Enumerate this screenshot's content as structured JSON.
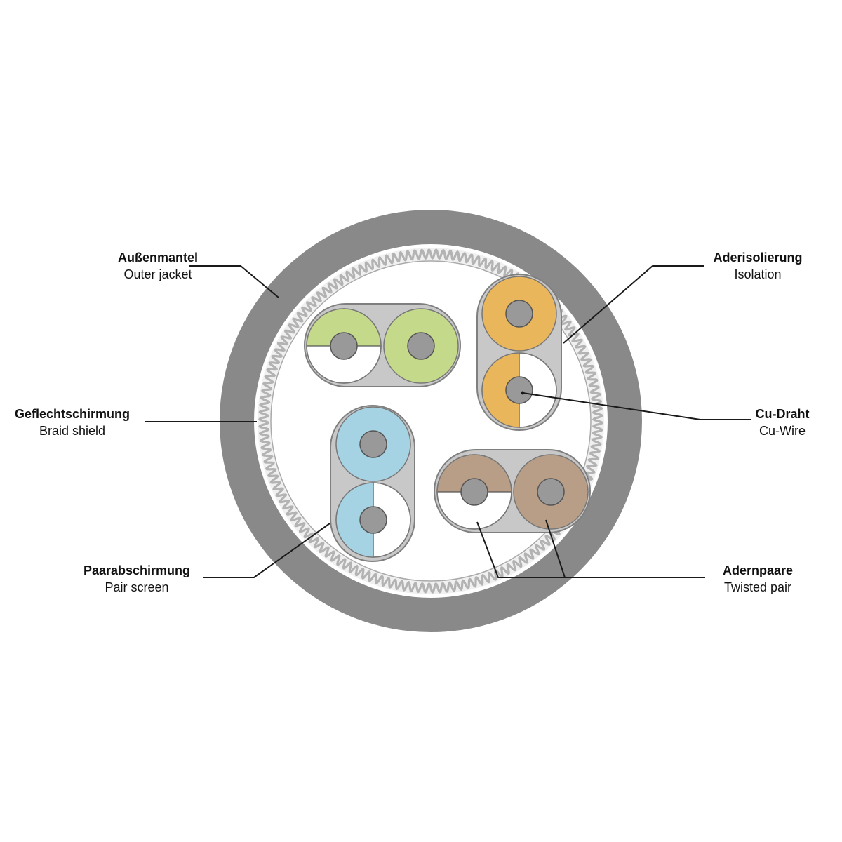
{
  "colors": {
    "jacket": "#898989",
    "braid": "#b3b3b3",
    "pair_screen": "#c8c8c8",
    "conductor": "#999999",
    "green": "#c5d98a",
    "orange": "#e9b65c",
    "blue": "#a6d3e3",
    "brown": "#b89e87",
    "stripe_white": "#ffffff",
    "leader": "#1a1a1a"
  },
  "labels": {
    "outer_jacket": {
      "de": "Außenmantel",
      "en": "Outer jacket"
    },
    "braid_shield": {
      "de": "Geflechtschirmung",
      "en": "Braid shield"
    },
    "pair_screen": {
      "de": "Paarabschirmung",
      "en": "Pair screen"
    },
    "isolation": {
      "de": "Aderisolierung",
      "en": "Isolation"
    },
    "cu_wire": {
      "de": "Cu-Draht",
      "en": "Cu-Wire"
    },
    "twisted_pair": {
      "de": "Adernpaare",
      "en": "Twisted pair"
    }
  },
  "pairs": [
    {
      "name": "green-pair",
      "color_key": "green",
      "orientation": "horizontal"
    },
    {
      "name": "orange-pair",
      "color_key": "orange",
      "orientation": "vertical"
    },
    {
      "name": "blue-pair",
      "color_key": "blue",
      "orientation": "vertical"
    },
    {
      "name": "brown-pair",
      "color_key": "brown",
      "orientation": "horizontal"
    }
  ]
}
